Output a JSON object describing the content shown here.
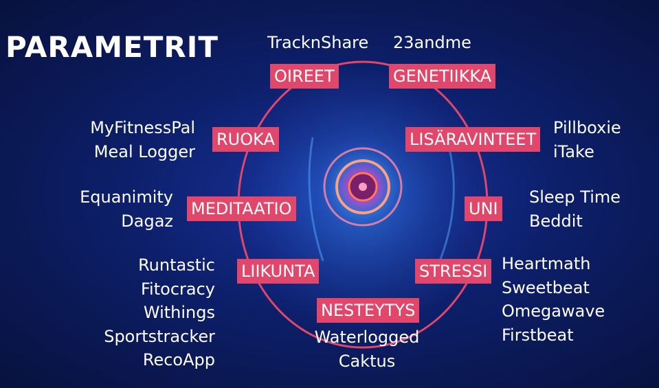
{
  "title": "PARAMETRIT",
  "categories": {
    "oireet": "OIREET",
    "genetiikka": "GENETIIKKA",
    "ruoka": "RUOKA",
    "lisaravinteet": "LISÄRAVINTEET",
    "meditaatio": "MEDITAATIO",
    "uni": "UNI",
    "liikunta": "LIIKUNTA",
    "stressi": "STRESSI",
    "nesteytys": "NESTEYTYS"
  },
  "apps": {
    "oireet": [
      "TracknShare"
    ],
    "genetiikka": [
      "23andme"
    ],
    "ruoka": [
      "MyFitnessPal",
      "Meal Logger"
    ],
    "lisaravinteet": [
      "Pillboxie",
      "iTake"
    ],
    "meditaatio": [
      "Equanimity",
      "Dagaz"
    ],
    "uni": [
      "Sleep Time",
      "Beddit"
    ],
    "liikunta": [
      "Runtastic",
      "Fitocracy",
      "Withings",
      "Sportstracker",
      "RecoApp"
    ],
    "stressi": [
      "Heartmath",
      "Sweetbeat",
      "Omegawave",
      "Firstbeat"
    ],
    "nesteytys": [
      "Waterlogged",
      "Caktus"
    ]
  },
  "colors": {
    "background": "#0d1f6a",
    "tag": "#e0476a",
    "ring": "#e0476a",
    "text": "#ffffff"
  }
}
